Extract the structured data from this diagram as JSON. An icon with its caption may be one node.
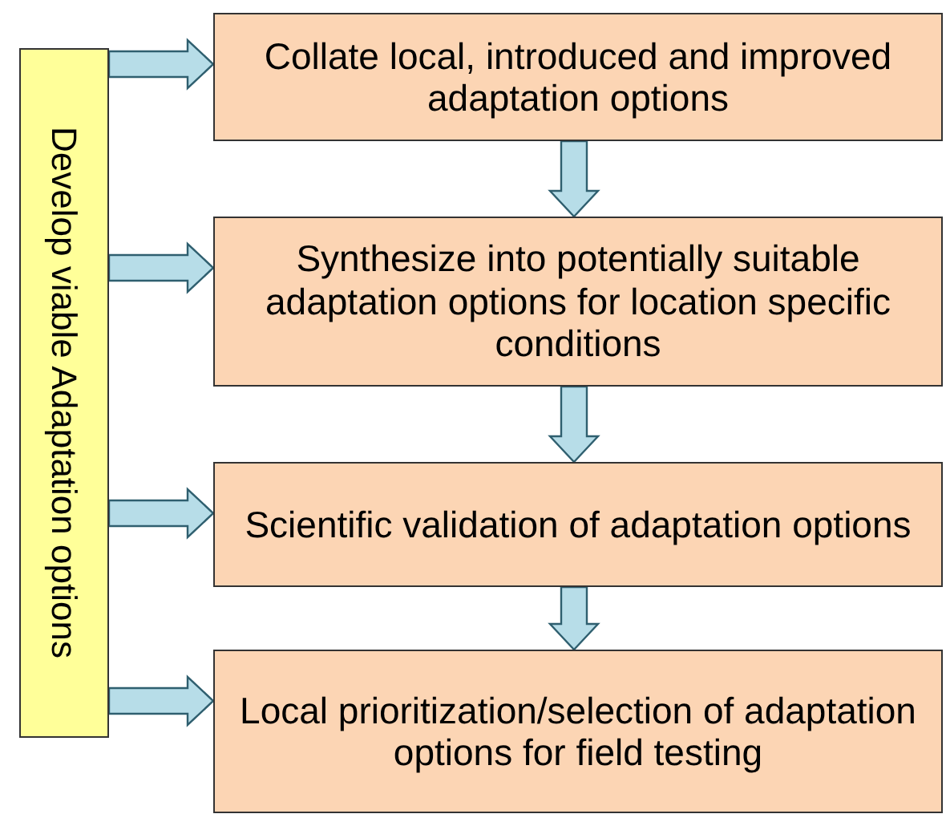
{
  "diagram": {
    "nodes": [
      {
        "text": [
          "Develop viable Adaptation options"
        ]
      },
      {
        "text": [
          "Collate local, introduced and improved adaptation options"
        ]
      },
      {
        "text": [
          "Synthesize into potentially suitable adaptation options for location specific conditions"
        ]
      },
      {
        "text": [
          "Scientific validation of adaptation options"
        ]
      },
      {
        "text": [
          "Local prioritization/selection of adaptation options for field testing"
        ]
      }
    ],
    "edges": [
      {
        "from": 0,
        "to": 1,
        "arrow": "to"
      },
      {
        "from": 0,
        "to": 2,
        "arrow": "to"
      },
      {
        "from": 0,
        "to": 3,
        "arrow": "to"
      },
      {
        "from": 0,
        "to": 4,
        "arrow": "to"
      },
      {
        "from": 1,
        "to": 2,
        "arrow": "to"
      },
      {
        "from": 2,
        "to": 3,
        "arrow": "to"
      },
      {
        "from": 3,
        "to": 4,
        "arrow": "to"
      }
    ]
  }
}
